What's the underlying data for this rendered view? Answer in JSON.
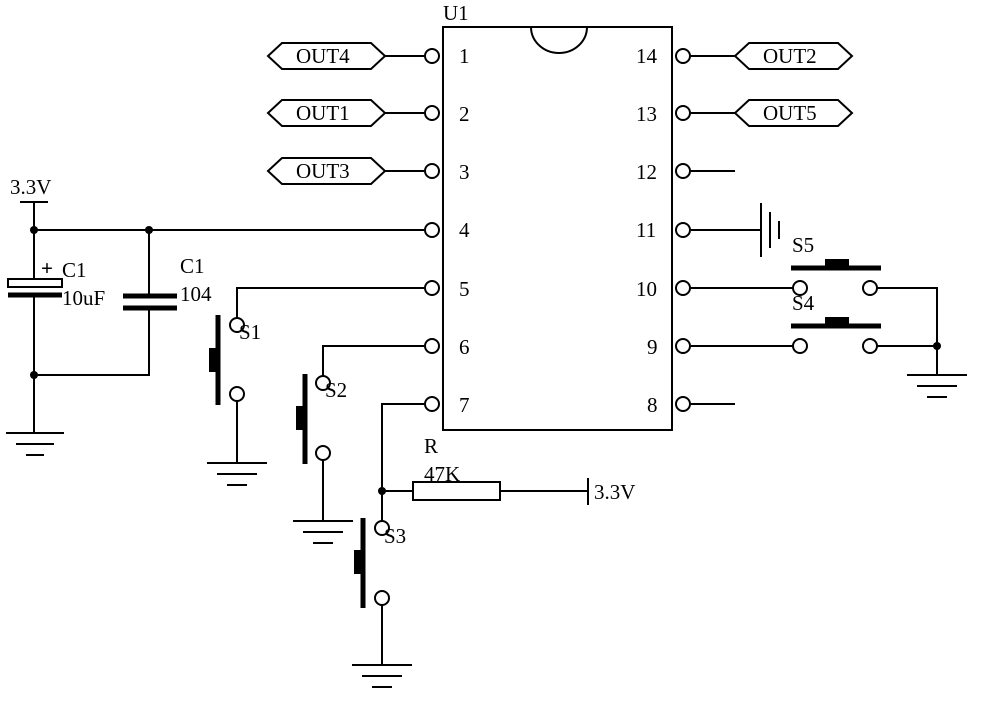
{
  "chip": {
    "ref": "U1",
    "left_pins": [
      "1",
      "2",
      "3",
      "4",
      "5",
      "6",
      "7"
    ],
    "right_pins": [
      "14",
      "13",
      "12",
      "11",
      "10",
      "9",
      "8"
    ]
  },
  "nets": {
    "out4": "OUT4",
    "out1": "OUT1",
    "out3": "OUT3",
    "out2": "OUT2",
    "out5": "OUT5"
  },
  "power": {
    "vcc_left": "3.3V",
    "vcc_resistor": "3.3V"
  },
  "components": {
    "cap_electrolytic": {
      "ref": "C1",
      "value": "10uF",
      "polarity": "+"
    },
    "cap_ceramic": {
      "ref": "C1",
      "value": "104"
    },
    "resistor": {
      "ref": "R",
      "value": "47K"
    },
    "switches": {
      "s1": "S1",
      "s2": "S2",
      "s3": "S3",
      "s4": "S4",
      "s5": "S5"
    }
  }
}
